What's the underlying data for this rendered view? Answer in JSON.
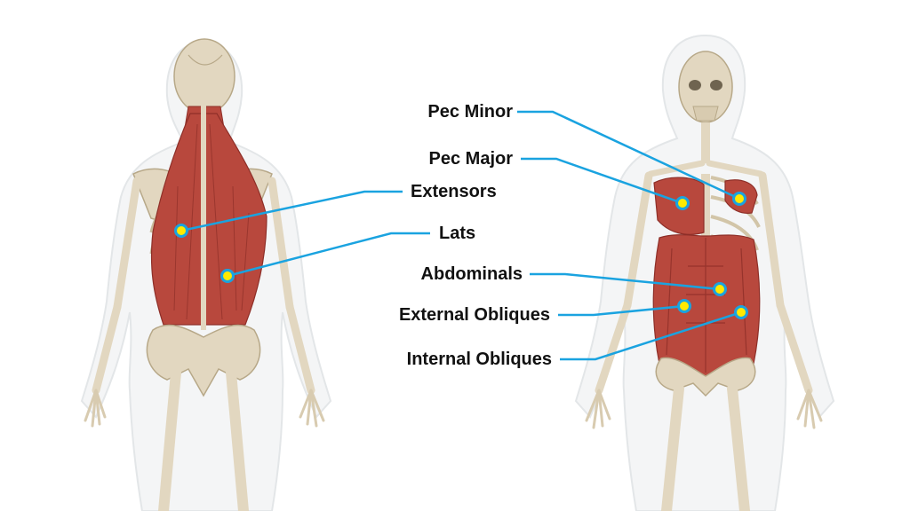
{
  "colors": {
    "leader_line": "#1aa3e0",
    "marker_fill": "#ffea00",
    "marker_stroke": "#1aa3e0",
    "label_text": "#111111",
    "muscle": "#b8483d",
    "muscle_dark": "#8e2f28",
    "bone": "#e2d7c0",
    "bone_dark": "#b7a888",
    "body_outline": "#e3e6e8"
  },
  "figures": [
    {
      "name": "posterior-figure",
      "view": "back"
    },
    {
      "name": "anterior-figure",
      "view": "front"
    }
  ],
  "labels": [
    {
      "id": "pec-minor",
      "text": "Pec Minor"
    },
    {
      "id": "pec-major",
      "text": "Pec Major"
    },
    {
      "id": "extensors",
      "text": "Extensors"
    },
    {
      "id": "lats",
      "text": "Lats"
    },
    {
      "id": "abdominals",
      "text": "Abdominals"
    },
    {
      "id": "external-obliques",
      "text": "External Obliques"
    },
    {
      "id": "internal-obliques",
      "text": "Internal Obliques"
    }
  ]
}
